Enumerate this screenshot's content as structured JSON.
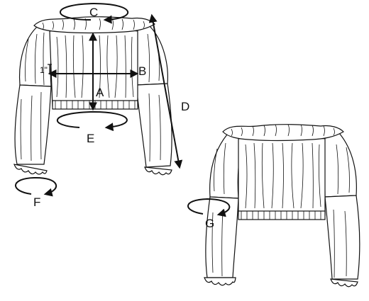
{
  "labels": {
    "A": "A",
    "B": "B",
    "C": "C",
    "D": "D",
    "E": "E",
    "F": "F",
    "G": "G",
    "one_inch": "1\""
  }
}
